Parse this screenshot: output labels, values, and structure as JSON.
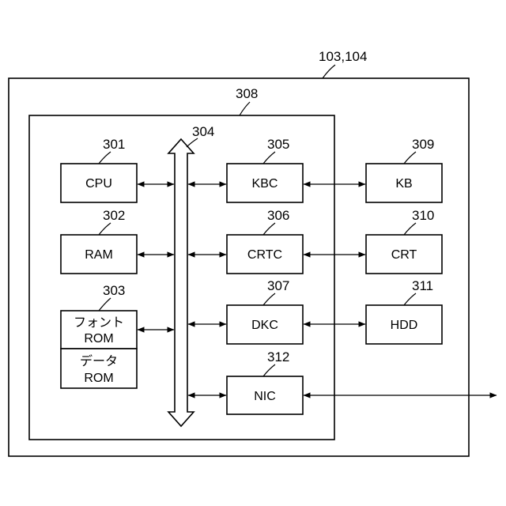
{
  "diagram": {
    "outer_ref": "103,104",
    "inner_ref": "308",
    "bus_ref": "304",
    "blocks": {
      "cpu": {
        "ref": "301",
        "label": "CPU"
      },
      "ram": {
        "ref": "302",
        "label": "RAM"
      },
      "rom": {
        "ref": "303",
        "font_rom": [
          "フォント",
          "ROM"
        ],
        "data_rom": [
          "データ",
          "ROM"
        ]
      },
      "kbc": {
        "ref": "305",
        "label": "KBC"
      },
      "crtc": {
        "ref": "306",
        "label": "CRTC"
      },
      "dkc": {
        "ref": "307",
        "label": "DKC"
      },
      "nic": {
        "ref": "312",
        "label": "NIC"
      },
      "kb": {
        "ref": "309",
        "label": "KB"
      },
      "crt": {
        "ref": "310",
        "label": "CRT"
      },
      "hdd": {
        "ref": "311",
        "label": "HDD"
      }
    }
  }
}
